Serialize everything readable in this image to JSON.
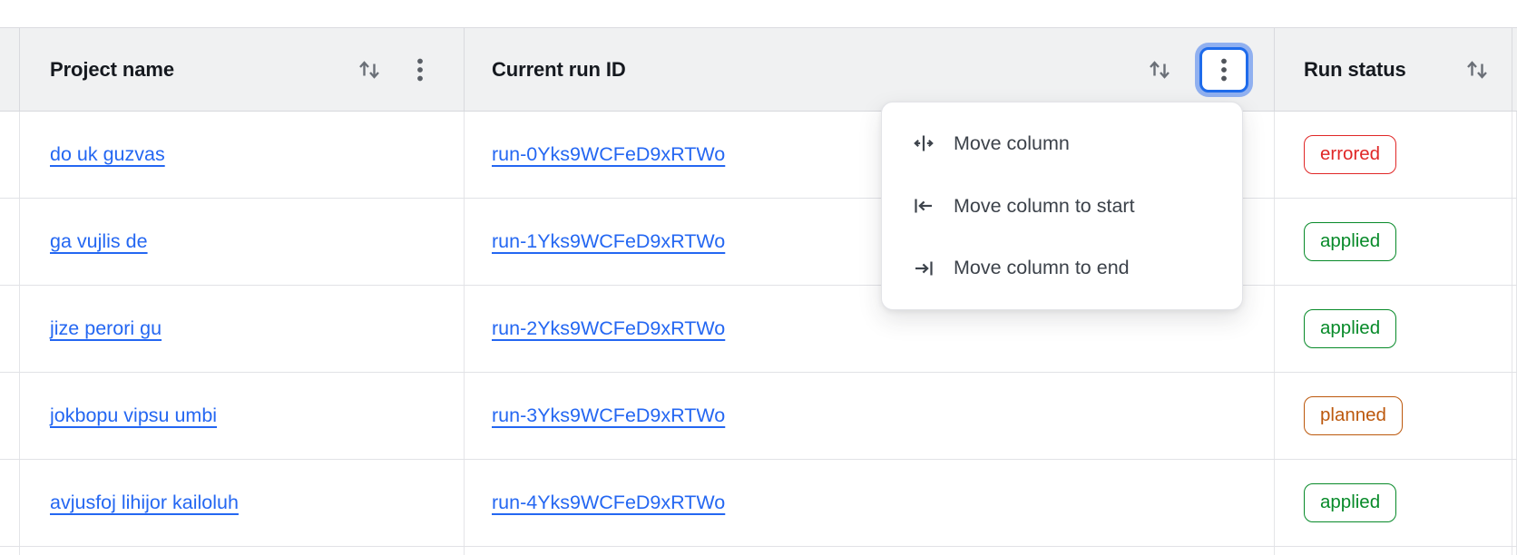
{
  "table": {
    "columns": [
      {
        "label": "Project name",
        "sort_icon": "sort-arrows-icon",
        "menu_icon": "kebab-menu-icon"
      },
      {
        "label": "Current run ID",
        "sort_icon": "sort-arrows-icon",
        "menu_icon": "kebab-menu-icon",
        "menu_open": true
      },
      {
        "label": "Run status",
        "sort_icon": "sort-arrows-icon"
      }
    ],
    "rows": [
      {
        "project_name": "do uk guzvas",
        "run_id": "run-0Yks9WCFeD9xRTWo",
        "status": "errored"
      },
      {
        "project_name": "ga vujlis de",
        "run_id": "run-1Yks9WCFeD9xRTWo",
        "status": "applied"
      },
      {
        "project_name": "jize perori gu",
        "run_id": "run-2Yks9WCFeD9xRTWo",
        "status": "applied"
      },
      {
        "project_name": "jokbopu vipsu umbi",
        "run_id": "run-3Yks9WCFeD9xRTWo",
        "status": "planned"
      },
      {
        "project_name": "avjusfoj lihijor kailoluh",
        "run_id": "run-4Yks9WCFeD9xRTWo",
        "status": "applied"
      }
    ]
  },
  "context_menu": {
    "items": [
      {
        "icon": "move-column-icon",
        "label": "Move column"
      },
      {
        "icon": "move-column-to-start-icon",
        "label": "Move column to start"
      },
      {
        "icon": "move-column-to-end-icon",
        "label": "Move column to end"
      }
    ]
  },
  "colors": {
    "link_blue": "#2467f2",
    "status_errored": "#e02727",
    "status_applied": "#078a29",
    "status_planned": "#bc580c",
    "focus_ring_blue": "#1e6beb",
    "header_background": "#f0f1f2",
    "menu_text": "#3c424a",
    "icon_gray": "#6a6f77"
  }
}
